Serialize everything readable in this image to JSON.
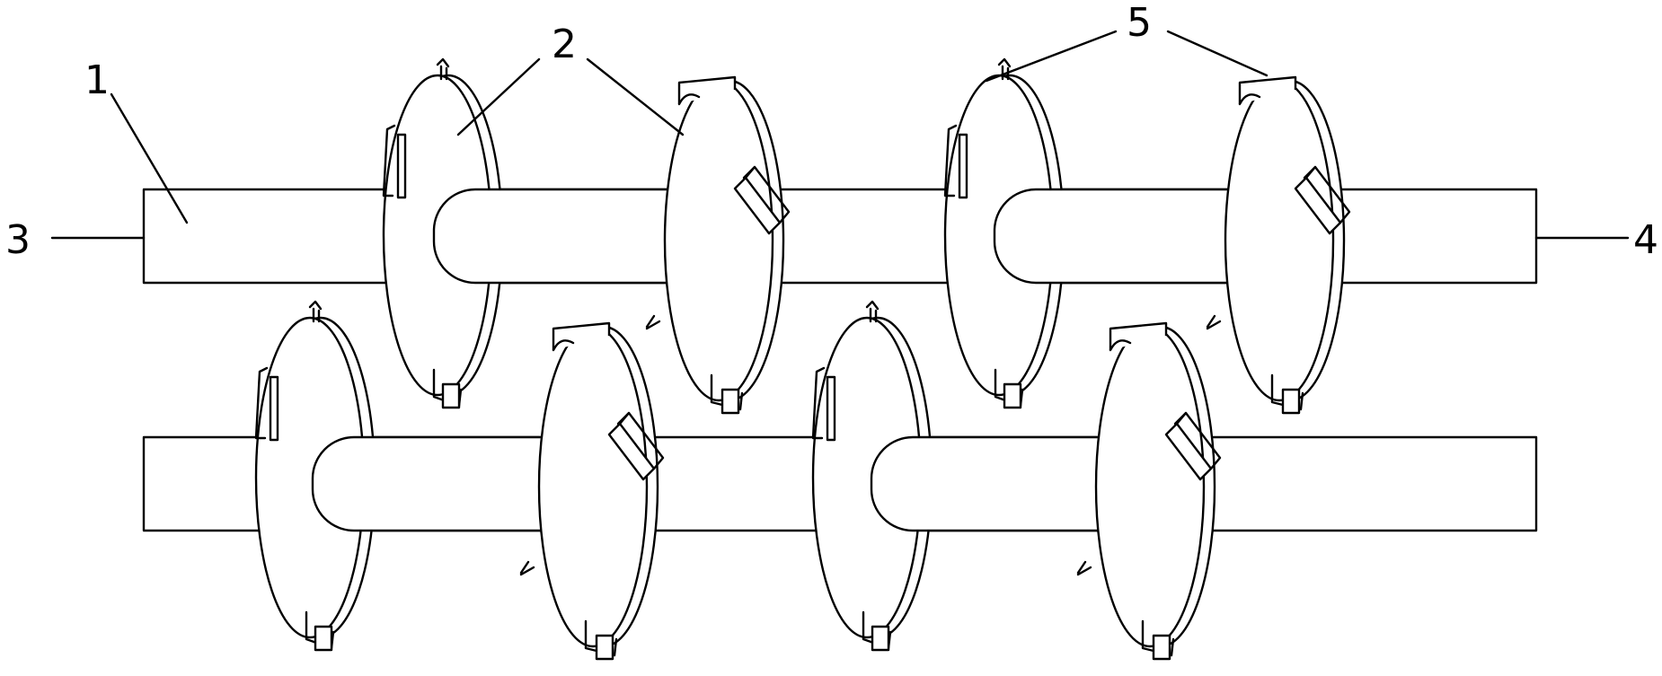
{
  "labels": {
    "shaft": "1",
    "disc": "2",
    "inlet_end": "3",
    "outlet_end": "4",
    "blade_clip": "5"
  },
  "colors": {
    "stroke": "#000000",
    "background": "#ffffff"
  }
}
